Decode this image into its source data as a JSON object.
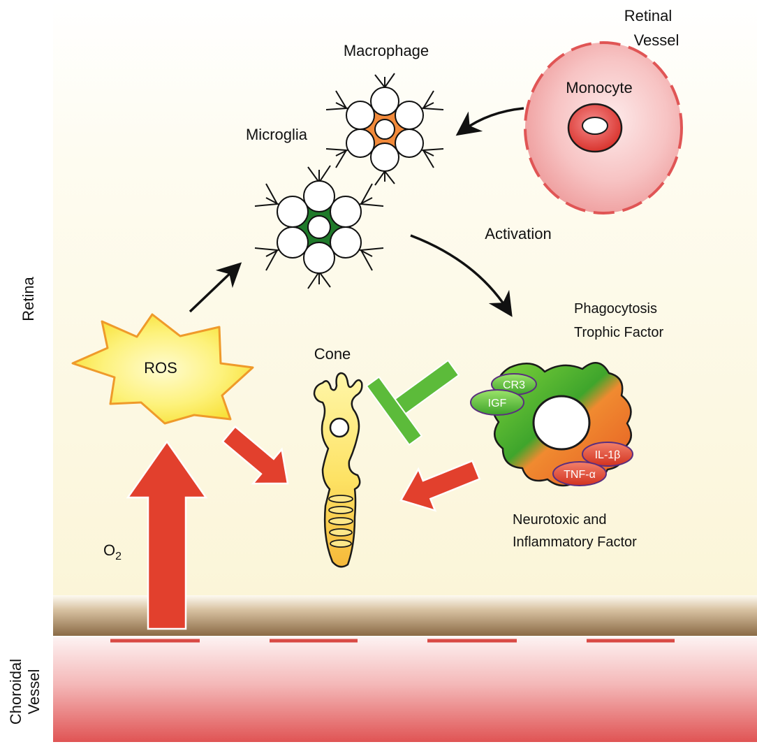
{
  "labels": {
    "retinal_vessel_line1": "Retinal",
    "retinal_vessel_line2": "Vessel",
    "macrophage": "Macrophage",
    "monocyte": "Monocyte",
    "microglia": "Microglia",
    "activation": "Activation",
    "retina": "Retina",
    "phagocytosis": "Phagocytosis",
    "trophic_factor": "Trophic Factor",
    "ros": "ROS",
    "cone": "Cone",
    "cr3": "CR3",
    "igf": "IGF",
    "il1b": "IL-1β",
    "tnfa": "TNF-α",
    "neurotoxic_line1": "Neurotoxic and",
    "neurotoxic_line2": "Inflammatory Factor",
    "o2_main": "O",
    "o2_sub": "2",
    "choroidal_line1": "Choroidal",
    "choroidal_line2": "Vessel"
  },
  "colors": {
    "retina_bg_top": "#ffffff",
    "retina_bg_bottom": "#fbf6dd",
    "ros_fill": "#fbef6a",
    "ros_stroke": "#ef9a2a",
    "arrow_red": "#e2402d",
    "inhibit_green": "#5cbb3a",
    "microglia_core": "#1f7a2a",
    "macrophage_core": "#f28a3b",
    "vessel_red": "#ea6e6e"
  }
}
